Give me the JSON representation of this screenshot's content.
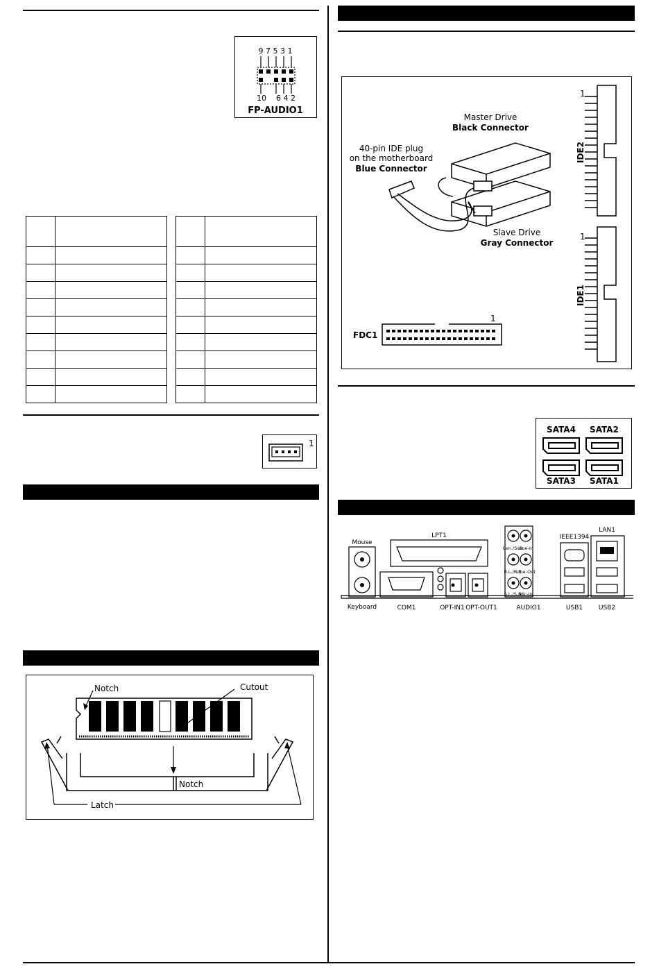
{
  "fp_audio": {
    "title": "FP-AUDIO1",
    "top_pins": "9 7 5 3 1",
    "bottom_pins": "10    6 4 2"
  },
  "small_header": {
    "pin1": "1"
  },
  "ide": {
    "master_line1": "Master Drive",
    "master_line2": "Black Connector",
    "plug_line1": "40-pin IDE plug",
    "plug_line2": "on the motherboard",
    "plug_line3": "Blue Connector",
    "slave_line1": "Slave Drive",
    "slave_line2": "Gray Connector",
    "ide2": "IDE2",
    "ide1": "IDE1",
    "ide_pin1": "1",
    "fdc": "FDC1",
    "fdc_pin1": "1"
  },
  "sata": {
    "sata4": "SATA4",
    "sata2": "SATA2",
    "sata3": "SATA3",
    "sata1": "SATA1"
  },
  "ddr": {
    "notch_top": "Notch",
    "cutout": "Cutout",
    "notch_bottom": "Notch",
    "latch": "Latch"
  },
  "rear_panel": {
    "mouse": "Mouse",
    "keyboard": "Keyboard",
    "lpt": "LPT1",
    "com": "COM1",
    "opt_in": "OPT-IN1",
    "opt_out": "OPT-OUT1",
    "cen_sub": "Cen./Sub.",
    "line_in": "Line-In",
    "rl_rr": "R.L./R.R.",
    "line_out": "Line-Out",
    "sl_sr": "S.L./S.R.",
    "mic_in": "Mic-In",
    "audio": "AUDIO1",
    "ieee": "IEEE1394",
    "usb1": "USB1",
    "lan": "LAN1",
    "usb2": "USB2"
  },
  "colors": {
    "ink": "#000000",
    "paper": "#ffffff"
  }
}
